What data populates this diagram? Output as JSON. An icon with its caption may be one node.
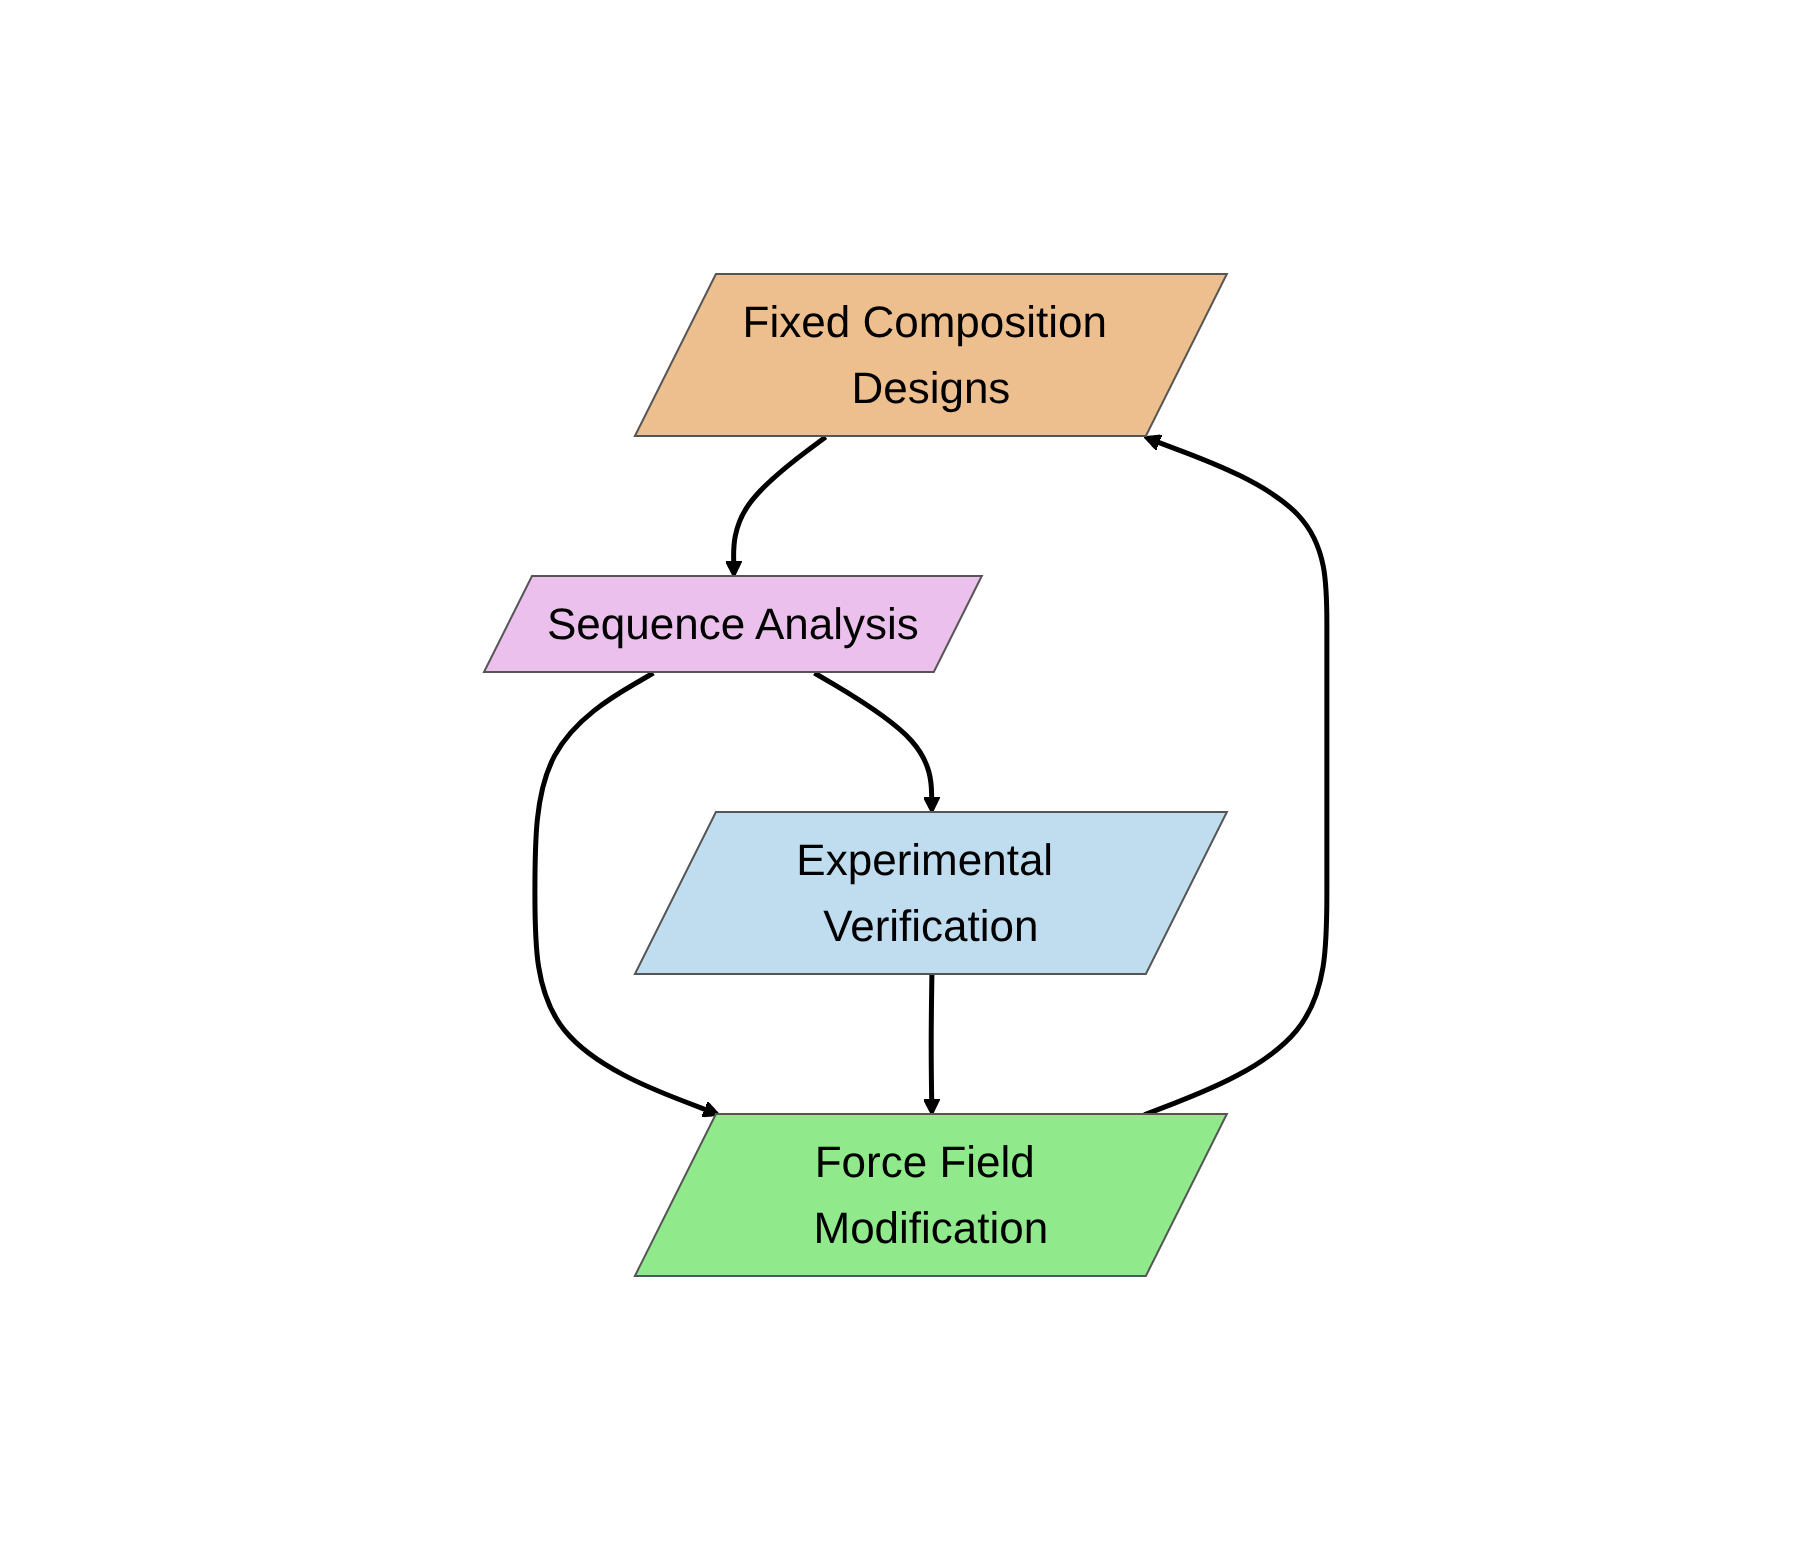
{
  "diagram": {
    "nodes": [
      {
        "text": [
          "Fixed Composition Designs"
        ]
      },
      {
        "text": [
          "Force Field Modification"
        ]
      },
      {
        "text": [
          "Sequence Analysis"
        ]
      },
      {
        "text": [
          "Experimental Verification"
        ]
      }
    ],
    "edges": [
      {
        "from": 0,
        "to": 2,
        "arrow": "to"
      },
      {
        "from": 2,
        "to": 3,
        "arrow": "to"
      },
      {
        "from": 2,
        "to": 1,
        "arrow": "to"
      },
      {
        "from": 3,
        "to": 1,
        "arrow": "to"
      },
      {
        "from": 1,
        "to": 0,
        "arrow": "to"
      }
    ]
  }
}
